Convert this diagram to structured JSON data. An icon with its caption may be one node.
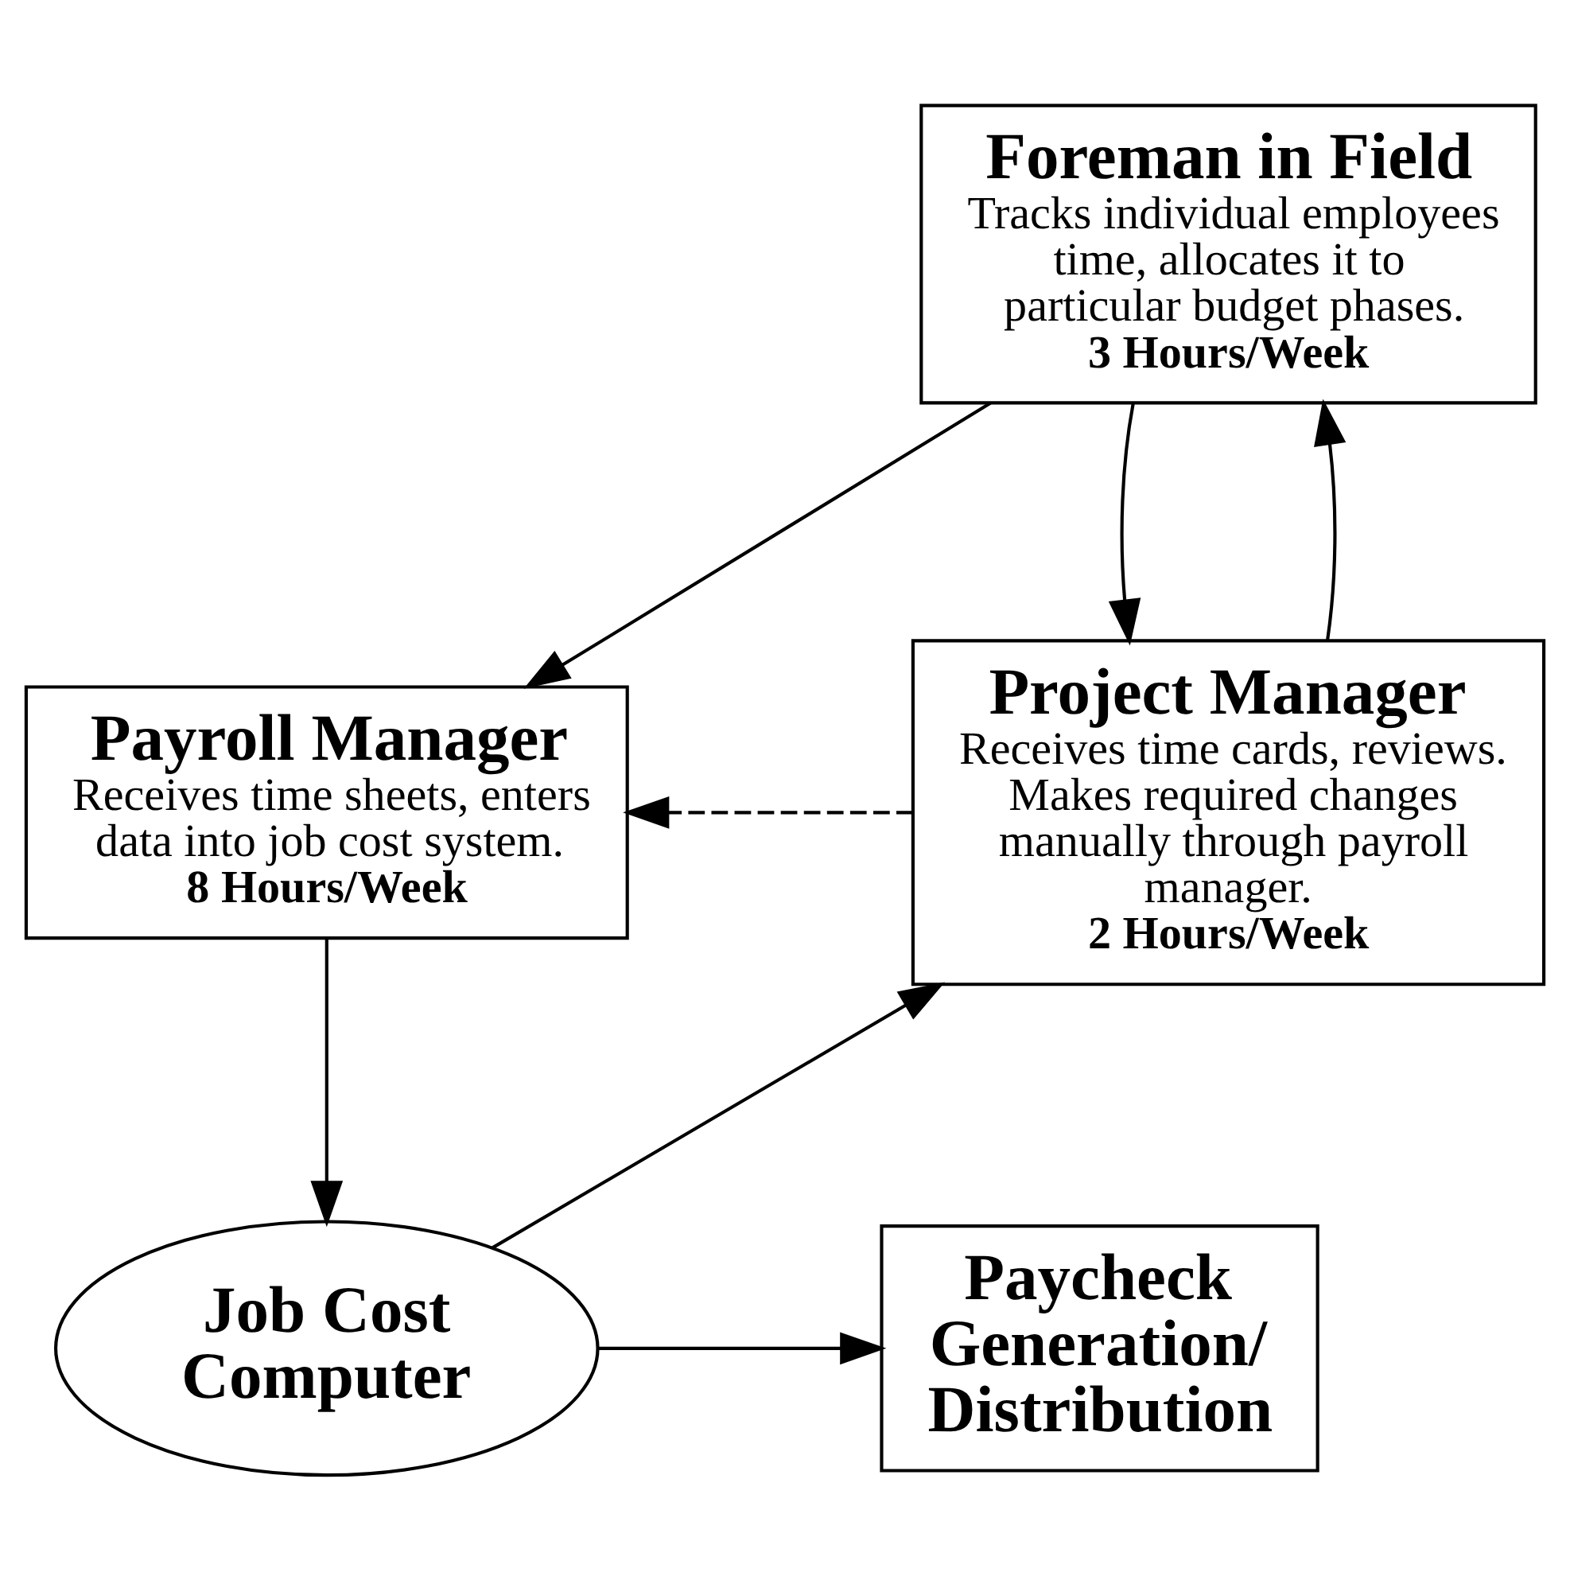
{
  "diagram": {
    "nodes": [
      {
        "text": [
          "Foreman in Field",
          "Tracks individual employees time, allocates it to particular budget phases.",
          "3 Hours/Week"
        ]
      },
      {
        "text": [
          "Payroll Manager",
          "Receives time sheets, enters data into job cost system.",
          "8 Hours/Week"
        ]
      },
      {
        "text": [
          "Project Manager",
          "Receives time cards, reviews. Makes required changes manually through payroll manager.",
          "2 Hours/Week"
        ]
      },
      {
        "text": [
          "Job Cost Computer"
        ]
      },
      {
        "text": [
          "Paycheck Generation/ Distribution"
        ]
      }
    ],
    "edges": [
      {
        "from": 0,
        "to": 1,
        "arrow": "to"
      },
      {
        "from": 0,
        "to": 2,
        "arrow": "to"
      },
      {
        "from": 2,
        "to": 0,
        "arrow": "to"
      },
      {
        "from": 2,
        "to": 1,
        "arrow": "to",
        "style": "dashed"
      },
      {
        "from": 1,
        "to": 3,
        "arrow": "to"
      },
      {
        "from": 3,
        "to": 2,
        "arrow": "to"
      },
      {
        "from": 3,
        "to": 4,
        "arrow": "to"
      }
    ]
  }
}
